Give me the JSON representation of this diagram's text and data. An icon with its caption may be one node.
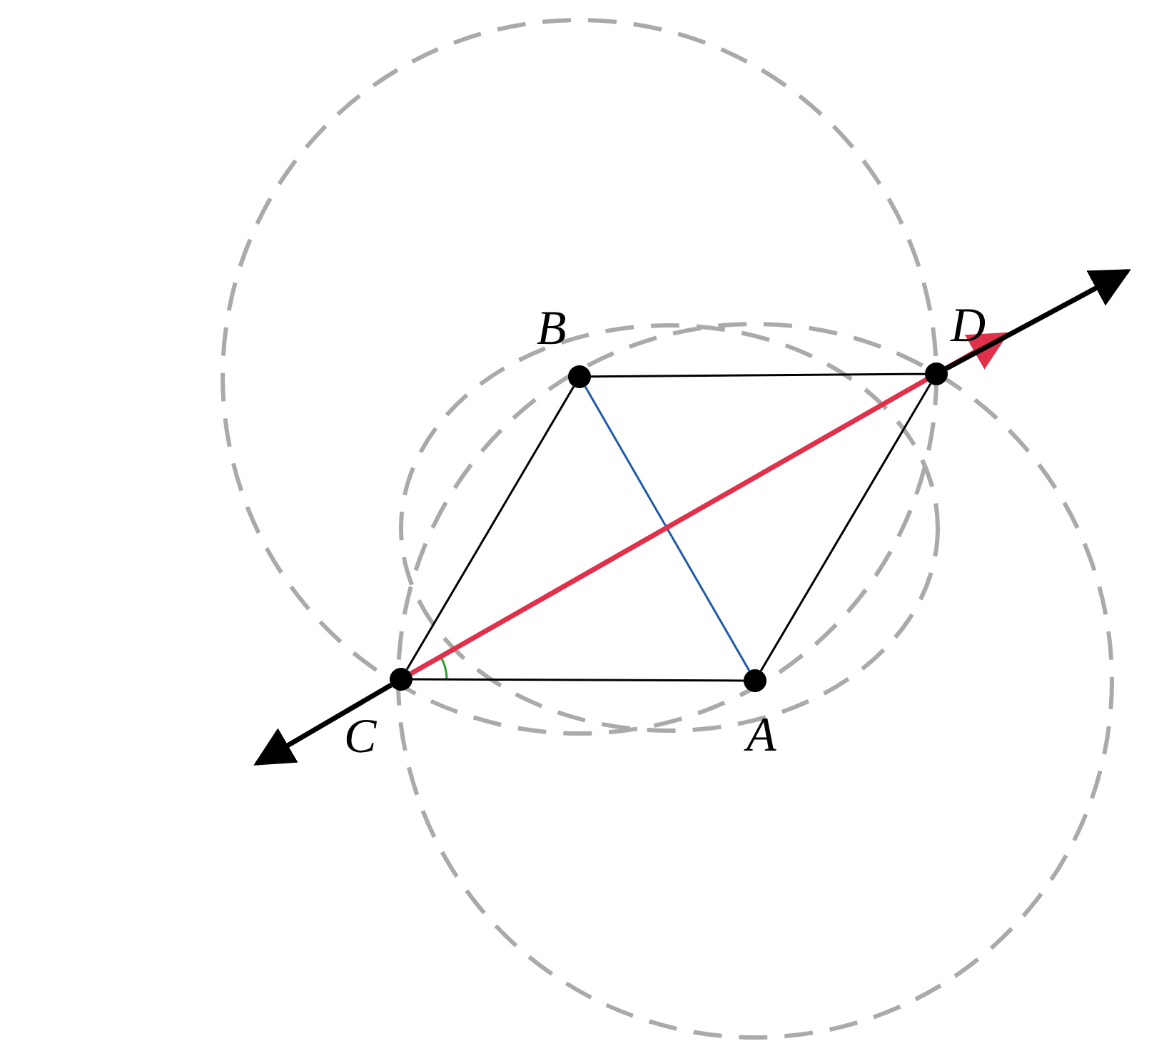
{
  "diagram": {
    "nodes": [
      {
        "text": [],
        "shape": "circle",
        "beside": [
          "B"
        ]
      },
      {
        "text": [],
        "shape": "circle",
        "beside": [
          "D"
        ]
      },
      {
        "text": [],
        "shape": "circle",
        "beside": [
          "C"
        ]
      },
      {
        "text": [],
        "shape": "circle",
        "beside": [
          "A"
        ]
      }
    ],
    "edges": [
      {
        "from": 0,
        "to": 1,
        "arrow": "none"
      },
      {
        "from": 2,
        "to": 0,
        "arrow": "none"
      },
      {
        "from": 2,
        "to": 3,
        "arrow": "none"
      },
      {
        "from": 3,
        "to": 1,
        "arrow": "none"
      },
      {
        "from": 0,
        "to": 3,
        "arrow": "none",
        "color": "#1f5aa6"
      },
      {
        "from": 2,
        "to": 1,
        "arrow": "to",
        "style": "thick",
        "color": "#e0304a"
      },
      {
        "from": 2,
        "to": null,
        "arrow": "to",
        "style": "thick"
      },
      {
        "from": 1,
        "to": null,
        "arrow": "to",
        "style": "thick"
      }
    ]
  }
}
